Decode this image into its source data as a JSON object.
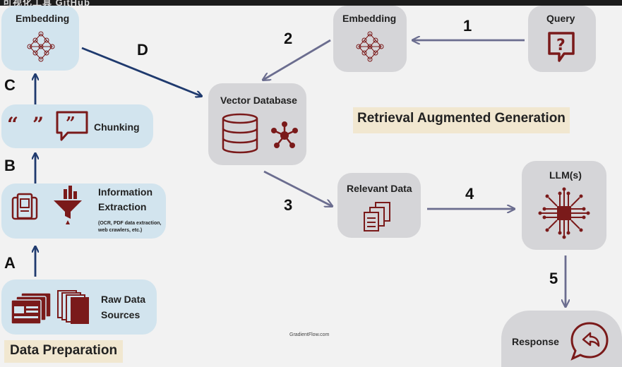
{
  "header": {
    "overlay_text": "可视化工具 GitHub"
  },
  "sections": {
    "retrieval_title": "Retrieval Augmented Generation",
    "preparation_title": "Data Preparation"
  },
  "nodes": {
    "embedding_left": "Embedding",
    "chunking": "Chunking",
    "info_extraction_line1": "Information",
    "info_extraction_line2": "Extraction",
    "info_extraction_note1": "(OCR, PDF data extraction,",
    "info_extraction_note2": "web crawlers, etc.)",
    "raw_data_line1": "Raw Data",
    "raw_data_line2": "Sources",
    "vector_db": "Vector Database",
    "embedding_right": "Embedding",
    "query": "Query",
    "relevant_data": "Relevant Data",
    "llm": "LLM(s)",
    "response": "Response"
  },
  "steps": {
    "a": "A",
    "b": "B",
    "c": "C",
    "d": "D",
    "s1": "1",
    "s2": "2",
    "s3": "3",
    "s4": "4",
    "s5": "5"
  },
  "credit": "GradientFlow.com",
  "colors": {
    "prep_arrow": "#1f3a6e",
    "rag_arrow": "#6b6d8f",
    "icon": "#7a1a1a",
    "prep_box": "#d2e4ee",
    "rag_box": "#d5d5d8",
    "banner": "#f1e7d0"
  }
}
